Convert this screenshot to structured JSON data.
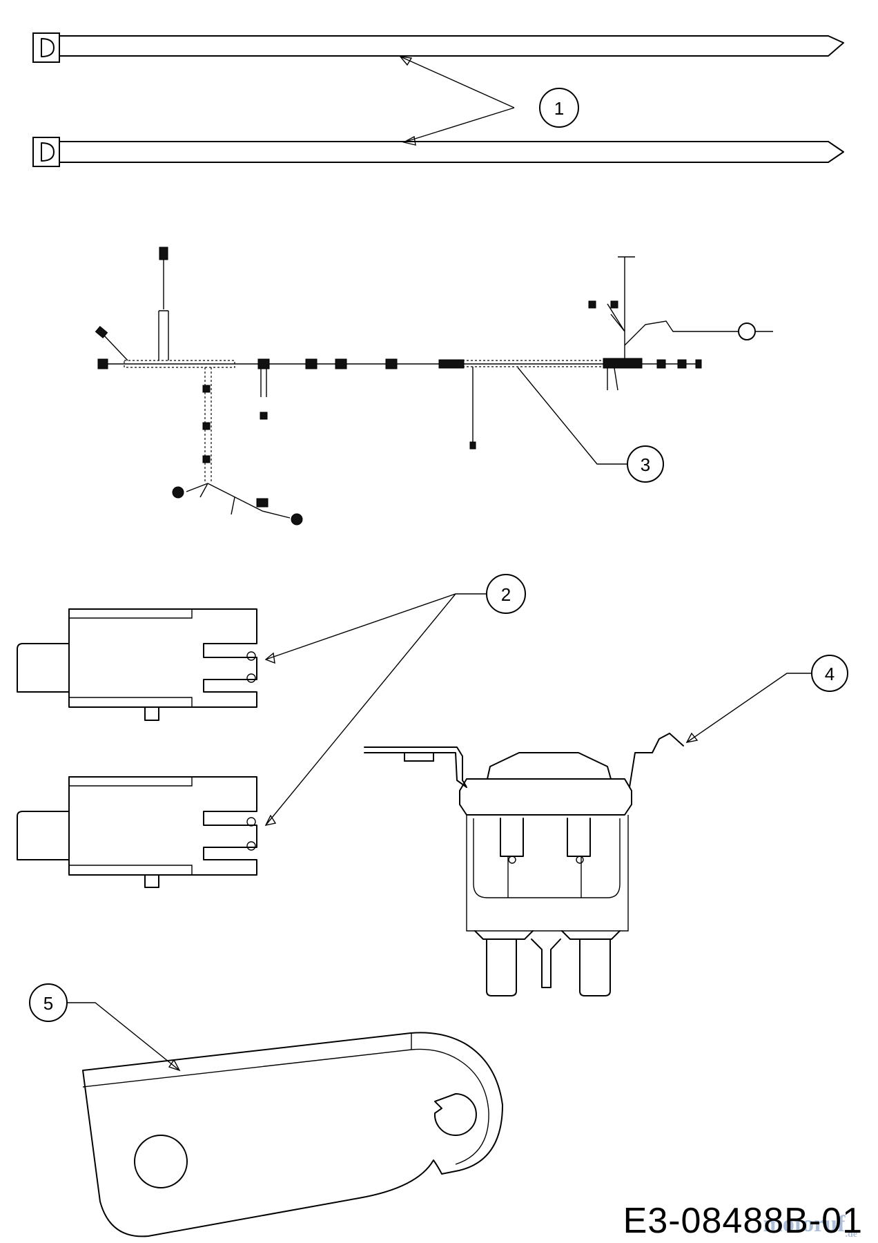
{
  "callouts": [
    {
      "id": "1",
      "part": "cable-ties"
    },
    {
      "id": "2",
      "part": "interlock-switches"
    },
    {
      "id": "3",
      "part": "wiring-harness"
    },
    {
      "id": "4",
      "part": "solenoid"
    },
    {
      "id": "5",
      "part": "bracket"
    }
  ],
  "drawing_code": "E3-08488B-01",
  "watermark": {
    "text": "motoruf",
    "suffix": ".de"
  }
}
